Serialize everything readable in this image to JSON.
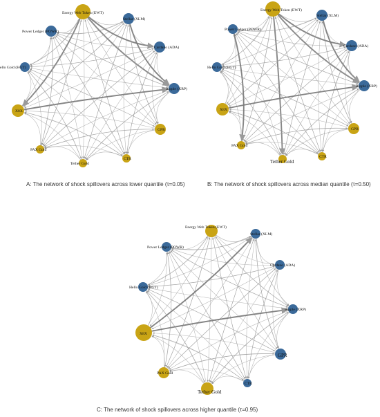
{
  "colors": {
    "blue": "#3b6a9a",
    "gold": "#c9a415",
    "edge": "#9a9a9a",
    "edge_strong": "#7a7a7a"
  },
  "captions": {
    "a": "A: The network of shock spillovers across lower quantile (τ=0.05)",
    "b": "B: The network of shock spillovers across median quantile (τ=0.50)",
    "c": "C: The network of shock spillovers across higher quantile (τ=0.95)"
  },
  "networks": [
    {
      "id": "a",
      "nodes": [
        {
          "label": "Energy Web Token (EWT)",
          "color": "gold"
        },
        {
          "label": "Stellar (XLM)",
          "color": "blue"
        },
        {
          "label": "Cardano (ADA)",
          "color": "blue"
        },
        {
          "label": "Ripple (XRP)",
          "color": "blue"
        },
        {
          "label": "GPR",
          "color": "gold"
        },
        {
          "label": "CTR",
          "color": "gold"
        },
        {
          "label": "Tether Gold",
          "color": "gold"
        },
        {
          "label": "PAX Gold",
          "color": "gold"
        },
        {
          "label": "X8X",
          "color": "gold"
        },
        {
          "label": "Hello Gold (HGT)",
          "color": "blue"
        },
        {
          "label": "Power Ledger (POWR)",
          "color": "blue"
        }
      ]
    },
    {
      "id": "b",
      "nodes": [
        {
          "label": "Energy Web Token (EWT)",
          "color": "gold"
        },
        {
          "label": "Stellar (XLM)",
          "color": "blue"
        },
        {
          "label": "Cardano (ADA)",
          "color": "blue"
        },
        {
          "label": "Ripple (XRP)",
          "color": "blue"
        },
        {
          "label": "GPR",
          "color": "gold"
        },
        {
          "label": "CTR",
          "color": "gold"
        },
        {
          "label": "Tether Gold",
          "color": "gold"
        },
        {
          "label": "PAX Gold",
          "color": "gold"
        },
        {
          "label": "X8X",
          "color": "gold"
        },
        {
          "label": "Hello Gold (HGT)",
          "color": "blue"
        },
        {
          "label": "Power Ledger (POWR)",
          "color": "blue"
        }
      ]
    },
    {
      "id": "c",
      "nodes": [
        {
          "label": "Energy Web Token (EWT)",
          "color": "gold"
        },
        {
          "label": "Stellar (XLM)",
          "color": "blue"
        },
        {
          "label": "Cardano (ADA)",
          "color": "blue"
        },
        {
          "label": "Ripple (XRP)",
          "color": "blue"
        },
        {
          "label": "GPR",
          "color": "blue"
        },
        {
          "label": "CTR",
          "color": "blue"
        },
        {
          "label": "Tether Gold",
          "color": "gold"
        },
        {
          "label": "PAX Gold",
          "color": "gold"
        },
        {
          "label": "X8X",
          "color": "gold"
        },
        {
          "label": "Hello Gold (HGT)",
          "color": "blue"
        },
        {
          "label": "Power Ledger (POWR)",
          "color": "blue"
        }
      ]
    }
  ]
}
